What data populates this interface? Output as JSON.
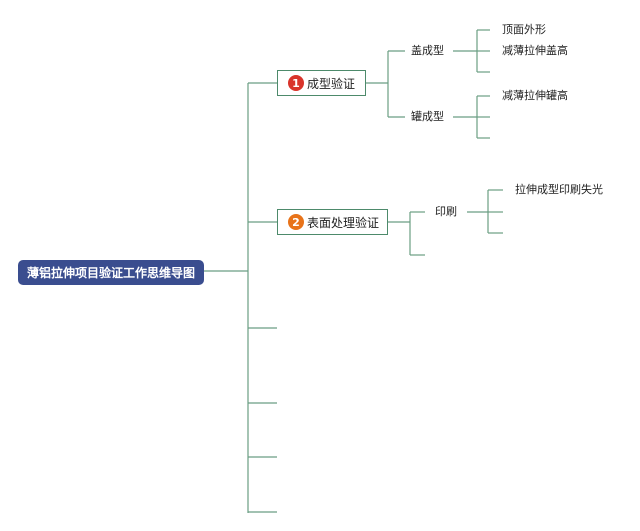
{
  "root": {
    "label": "薄铝拉伸项目验证工作思维导图"
  },
  "branches": [
    {
      "badge": "1",
      "label": "成型验证",
      "children": [
        {
          "label": "盖成型",
          "children": [
            "顶面外形",
            "减薄拉伸盖高"
          ]
        },
        {
          "label": "罐成型",
          "children": [
            "减薄拉伸罐高"
          ]
        }
      ]
    },
    {
      "badge": "2",
      "label": "表面处理验证",
      "children": [
        {
          "label": "印刷",
          "children": [
            "拉伸成型印刷失光"
          ]
        }
      ]
    }
  ],
  "colors": {
    "root_bg": "#3a4d8f",
    "line": "#6a9e83",
    "badge_1": "#d9342b",
    "badge_2": "#e8731a"
  }
}
